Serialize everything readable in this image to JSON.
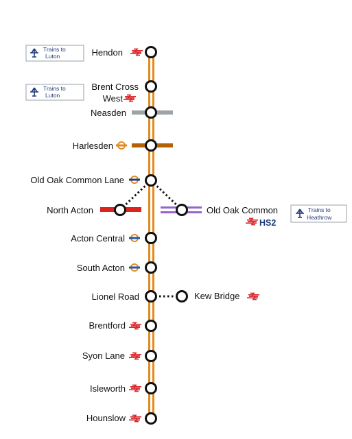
{
  "colors": {
    "main_line": "#e38a1e",
    "station_stroke": "#111111",
    "national_rail": "#d9262b",
    "overground": "#e38a1e",
    "tfl_blue": "#1c5aa8",
    "hs2": "#1e3a7a",
    "jubilee": "#9ea3a6",
    "bakerloo": "#b36305",
    "central": "#dc241f",
    "elizabeth": "#9364cc",
    "airport_box": "#1e3a7a"
  },
  "stations": [
    {
      "id": "hendon",
      "lines": [
        "Hendon"
      ],
      "icon": "national-rail-icon"
    },
    {
      "id": "brent-cross-west",
      "lines": [
        "Brent Cross",
        "West"
      ],
      "icon": "national-rail-icon"
    },
    {
      "id": "neasden",
      "lines": [
        "Neasden"
      ],
      "icon": ""
    },
    {
      "id": "harlesden",
      "lines": [
        "Harlesden"
      ],
      "icon": "overground-roundel-icon"
    },
    {
      "id": "old-oak-common-lane",
      "lines": [
        "Old Oak Common Lane"
      ],
      "icon": "overground-roundel-icon"
    },
    {
      "id": "acton-central",
      "lines": [
        "Acton Central"
      ],
      "icon": "overground-roundel-icon"
    },
    {
      "id": "south-acton",
      "lines": [
        "South Acton"
      ],
      "icon": "overground-roundel-icon"
    },
    {
      "id": "lionel-road",
      "lines": [
        "Lionel Road"
      ],
      "icon": ""
    },
    {
      "id": "brentford",
      "lines": [
        "Brentford"
      ],
      "icon": "national-rail-icon"
    },
    {
      "id": "syon-lane",
      "lines": [
        "Syon Lane"
      ],
      "icon": "national-rail-icon"
    },
    {
      "id": "isleworth",
      "lines": [
        "Isleworth"
      ],
      "icon": "national-rail-icon"
    },
    {
      "id": "hounslow",
      "lines": [
        "Hounslow"
      ],
      "icon": "national-rail-icon"
    }
  ],
  "branch_stations": {
    "north_acton": {
      "label": "North Acton",
      "icon": ""
    },
    "old_oak_common": {
      "label": "Old Oak Common",
      "icon": "national-rail-icon",
      "badge": "HS2"
    },
    "kew_bridge": {
      "label": "Kew Bridge",
      "icon": "national-rail-icon"
    }
  },
  "airport_boxes": [
    {
      "id": "luton-1",
      "lines": [
        "Trains to",
        "Luton"
      ],
      "icon": "airplane-icon"
    },
    {
      "id": "luton-2",
      "lines": [
        "Trains to",
        "Luton"
      ],
      "icon": "airplane-icon"
    },
    {
      "id": "heathrow",
      "lines": [
        "Trains to",
        "Heathrow"
      ],
      "icon": "airplane-icon"
    }
  ]
}
